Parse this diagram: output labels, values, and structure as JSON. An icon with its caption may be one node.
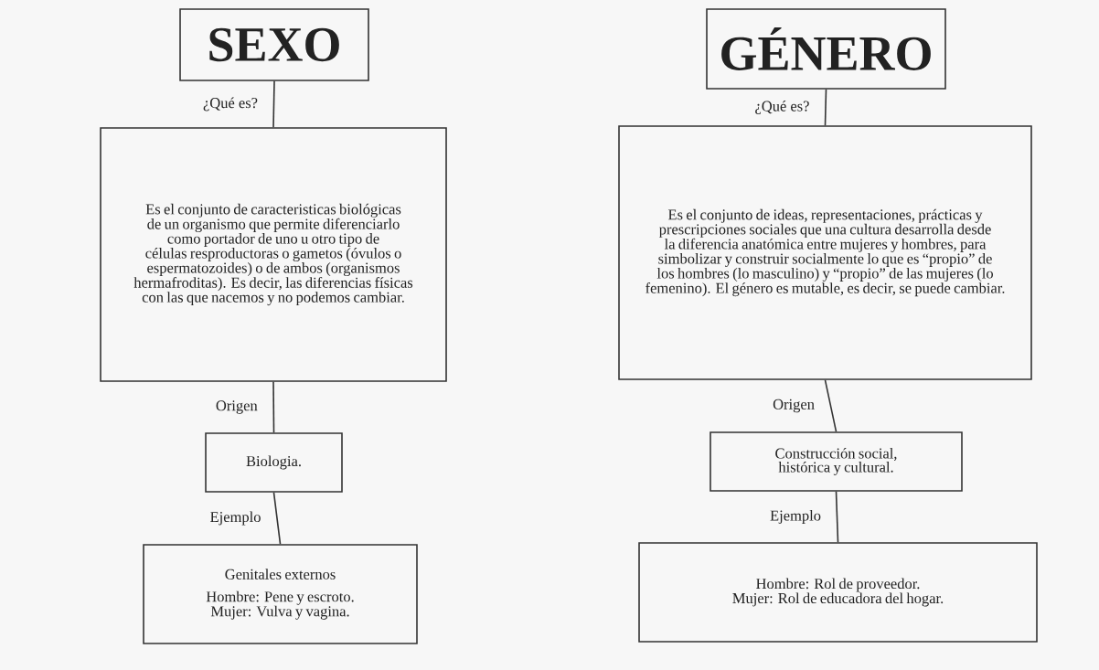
{
  "diagram": {
    "nodes": [
      {
        "text": [
          "SEXO"
        ]
      },
      {
        "text": [
          "Es el conjunto de caracteristicas biológicas de un organismo que permite diferenciarlo como portador de uno u otro tipo de células resproductoras o gametos (óvulos o espermatozoides) o de ambos (organismos hermafroditas). Es decir, las diferencias físicas con las que nacemos y no podemos cambiar."
        ]
      },
      {
        "text": [
          "Biologia."
        ]
      },
      {
        "text": [
          "Genitales externos",
          "Hombre: Pene y escroto.",
          "Mujer: Vulva y vagina."
        ]
      },
      {
        "text": [
          "GÉNERO"
        ]
      },
      {
        "text": [
          "Es el conjunto de ideas, representaciones, prácticas y prescripciones sociales que una cultura desarrolla desde la diferencia anatómica entre mujeres y hombres, para simbolizar y construir socialmente lo que es “propio” de los hombres (lo masculino) y “propio” de las mujeres (lo femenino). El género es mutable, es decir, se puede cambiar."
        ]
      },
      {
        "text": [
          "Construcción social, histórica y cultural."
        ]
      },
      {
        "text": [
          "Hombre: Rol de proveedor.",
          "Mujer: Rol de educadora del hogar."
        ]
      }
    ],
    "edges": [
      {
        "from": 0,
        "to": 1,
        "arrow": "none",
        "label": "¿Qué es?"
      },
      {
        "from": 1,
        "to": 2,
        "arrow": "none",
        "label": "Origen"
      },
      {
        "from": 2,
        "to": 3,
        "arrow": "none",
        "label": "Ejemplo"
      },
      {
        "from": 4,
        "to": 5,
        "arrow": "none",
        "label": "¿Qué es?"
      },
      {
        "from": 5,
        "to": 6,
        "arrow": "none",
        "label": "Origen"
      },
      {
        "from": 6,
        "to": 7,
        "arrow": "none",
        "label": "Ejemplo"
      }
    ]
  }
}
